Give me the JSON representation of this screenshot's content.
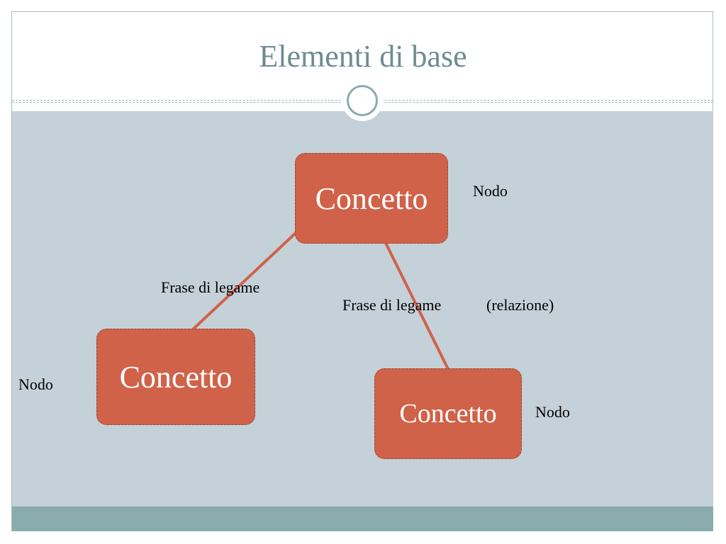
{
  "slide": {
    "title": "Elementi di base"
  },
  "diagram": {
    "nodes": {
      "top": "Concetto",
      "left": "Concetto",
      "right": "Concetto"
    },
    "link_labels": {
      "left": "Frase di legame",
      "right": "Frase di legame",
      "right_note": "(relazione)"
    },
    "annotations": {
      "top": "Nodo",
      "left": "Nodo",
      "right": "Nodo"
    }
  },
  "colors": {
    "node_fill": "#d0624a",
    "link_line": "#d0624a",
    "content_background": "#c5d1d8",
    "title_text": "#6d8c91",
    "accent": "#8aacad"
  }
}
